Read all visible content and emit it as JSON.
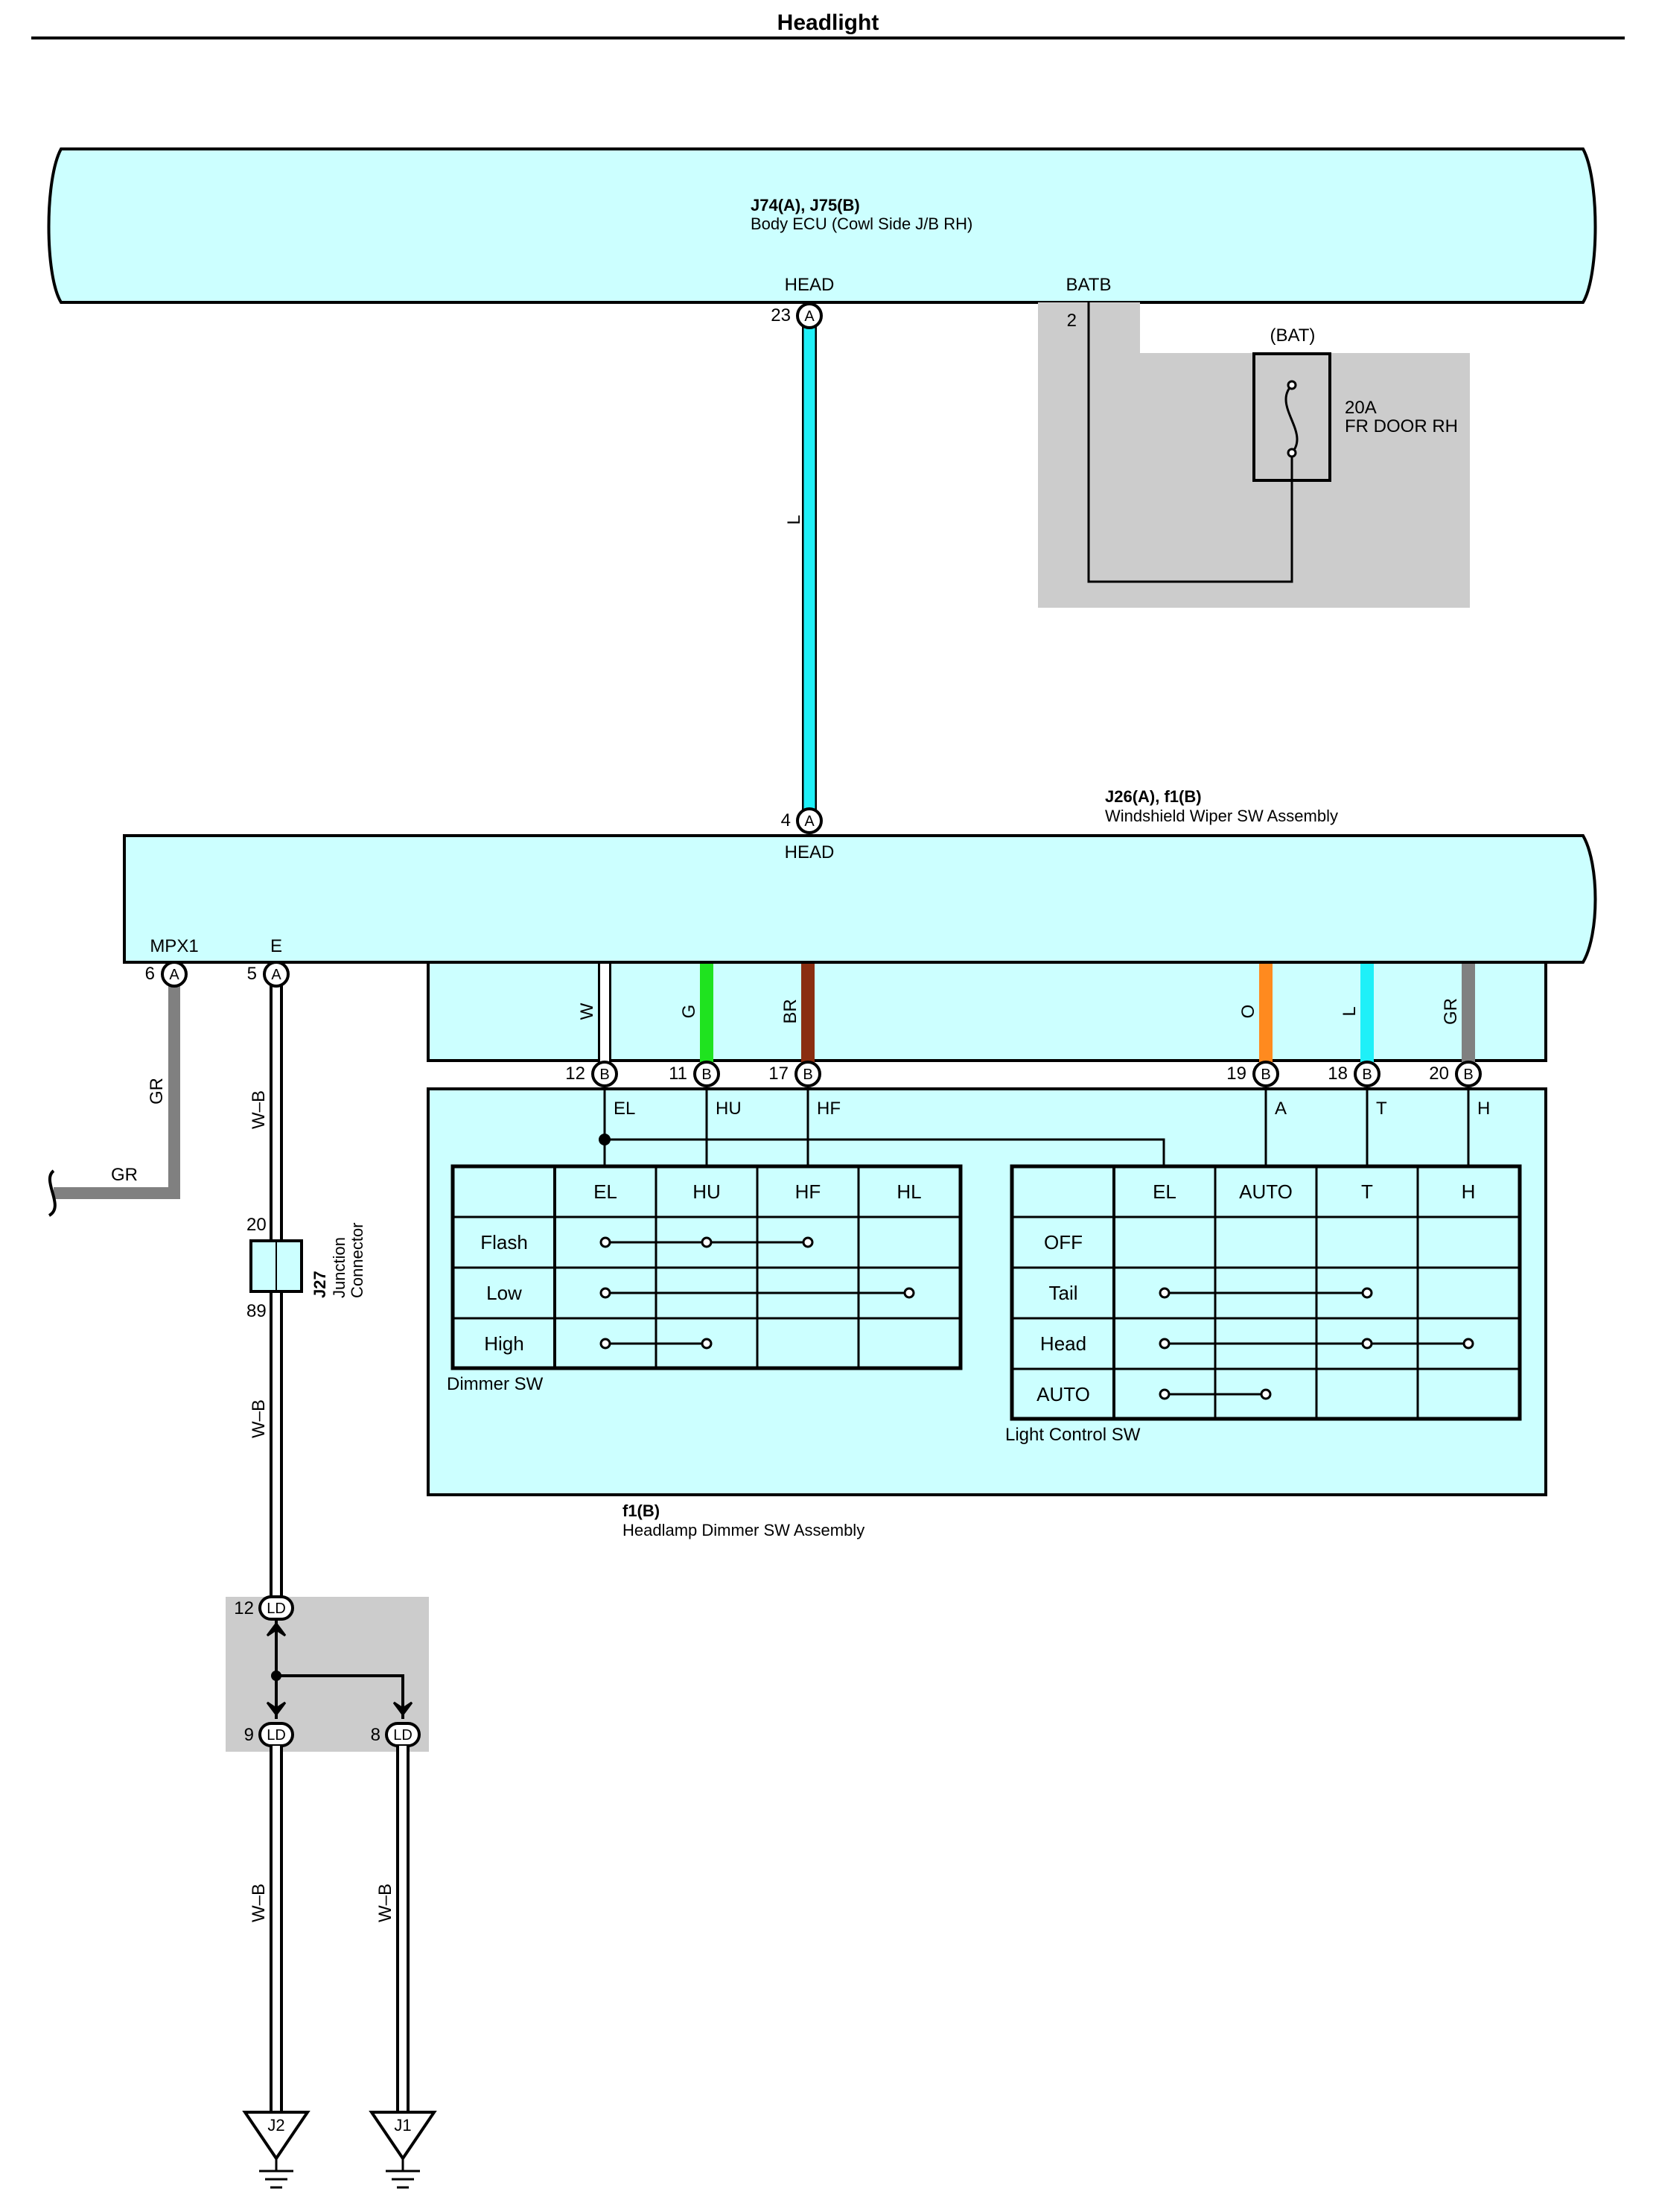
{
  "title": "Headlight",
  "body_ecu": {
    "id": "J74(A), J75(B)",
    "name": "Body ECU (Cowl Side J/B RH)",
    "pins": {
      "head": {
        "num": "23",
        "conn": "A",
        "label": "HEAD"
      },
      "batb": {
        "num": "2",
        "label": "BATB"
      }
    }
  },
  "fuse": {
    "source": "(BAT)",
    "rating": "20A",
    "name": "FR DOOR RH"
  },
  "wire_head": {
    "color_code": "L",
    "color": "#1ff0f8"
  },
  "wiper_sw": {
    "id": "J26(A), f1(B)",
    "name": "Windshield Wiper SW Assembly",
    "head_pin": {
      "num": "4",
      "conn": "A",
      "label": "HEAD"
    },
    "mpx1_pin": {
      "num": "6",
      "conn": "A",
      "label": "MPX1"
    },
    "e_pin": {
      "num": "5",
      "conn": "A",
      "label": "E"
    }
  },
  "mpx1_wire": {
    "color_code": "GR",
    "color": "#808080"
  },
  "ground_wire": {
    "color_code": "W–B"
  },
  "lower_wires": [
    {
      "code": "W",
      "color": "#ffffff",
      "pin": "12",
      "conn": "B",
      "sig": "EL"
    },
    {
      "code": "G",
      "color": "#1fe31f",
      "pin": "11",
      "conn": "B",
      "sig": "HU"
    },
    {
      "code": "BR",
      "color": "#8a2e10",
      "pin": "17",
      "conn": "B",
      "sig": "HF"
    },
    {
      "code": "O",
      "color": "#ff8a1f",
      "pin": "19",
      "conn": "B",
      "sig": "A"
    },
    {
      "code": "L",
      "color": "#1ff0f8",
      "pin": "18",
      "conn": "B",
      "sig": "T"
    },
    {
      "code": "GR",
      "color": "#808080",
      "pin": "20",
      "conn": "B",
      "sig": "H"
    }
  ],
  "dimmer_sw": {
    "caption": "Dimmer SW",
    "columns": [
      "EL",
      "HU",
      "HF",
      "HL"
    ],
    "rows": [
      "Flash",
      "Low",
      "High"
    ]
  },
  "light_sw": {
    "caption": "Light Control SW",
    "columns": [
      "EL",
      "AUTO",
      "T",
      "H"
    ],
    "rows": [
      "OFF",
      "Tail",
      "Head",
      "AUTO"
    ]
  },
  "dimmer_assembly": {
    "id": "f1(B)",
    "name": "Headlamp Dimmer SW Assembly"
  },
  "junction": {
    "id": "J27",
    "name_line1": "Junction",
    "name_line2": "Connector",
    "pin_top": "20",
    "pin_bottom": "89"
  },
  "ld_block": {
    "conn": "LD",
    "pin_in": "12",
    "pin_out1": "9",
    "pin_out2": "8"
  },
  "grounds": [
    "J2",
    "J1"
  ],
  "colors": {
    "component_fill": "#ccffff",
    "shade": "#cccccc",
    "line": "#000000"
  }
}
